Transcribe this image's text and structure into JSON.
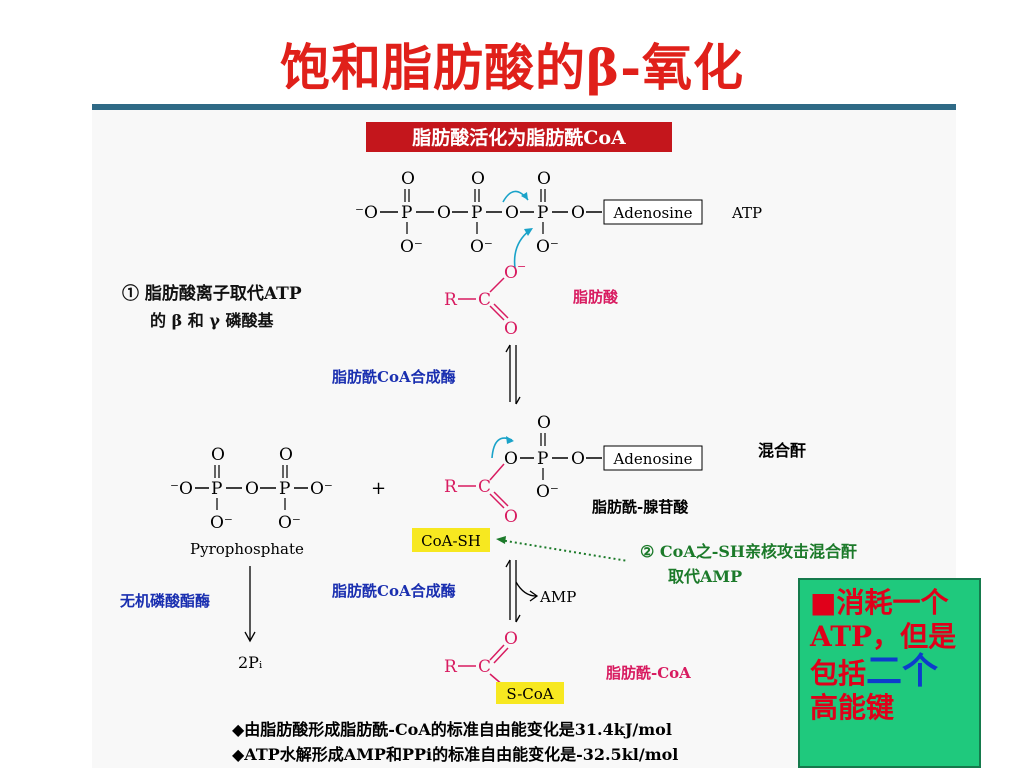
{
  "title": "饱和脂肪酸的β-氧化",
  "diagram": {
    "header": "脂肪酸活化为脂肪酰CoA",
    "atp_label": "ATP",
    "adenosine": "Adenosine",
    "atom_o": "O",
    "atom_o_minus": "⁻O",
    "atom_o_minus_below": "O⁻",
    "atom_p": "P",
    "atom_r": "R",
    "atom_c": "C",
    "step1_line1": "① 脂肪酸离子取代ATP",
    "step1_line2": "的 β 和 γ 磷酸基",
    "fatty_acid": "脂肪酸",
    "enzyme_synthase": "脂肪酰CoA合成酶",
    "mixed_anhydride": "混合酐",
    "acyl_adenylate": "脂肪酰-腺苷酸",
    "plus": "+",
    "pyrophosphate": "Pyrophosphate",
    "coash": "CoA-SH",
    "step2_line1": "② CoA之-SH亲核攻击混合酐",
    "step2_line2": "取代AMP",
    "inorganic_enzyme": "无机磷酸酯酶",
    "amp": "AMP",
    "two_pi": "2Pᵢ",
    "scoa": "S-CoA",
    "acyl_coa": "脂肪酰-CoA",
    "bullet1": "◆由脂肪酸形成脂肪酰-CoA的标准自由能变化是31.4kJ/mol",
    "bullet2": "◆ATP水解形成AMP和PPi的标准自由能变化是-32.5kl/mol"
  },
  "note": {
    "line1": "■消耗一个",
    "line2": "ATP，但是",
    "line3_a": "包括",
    "line3_b": "二个",
    "line4": "高能键"
  },
  "colors": {
    "title": "#e0201a",
    "rule": "#2f6a86",
    "header_bg": "#c4161c",
    "red_text": "#d81b60",
    "blue_text": "#1a2fb0",
    "green_text": "#1c7a2a",
    "highlight": "#f7e820",
    "note_bg": "#1fc97d",
    "arrow_cyan": "#1aa3c9"
  }
}
